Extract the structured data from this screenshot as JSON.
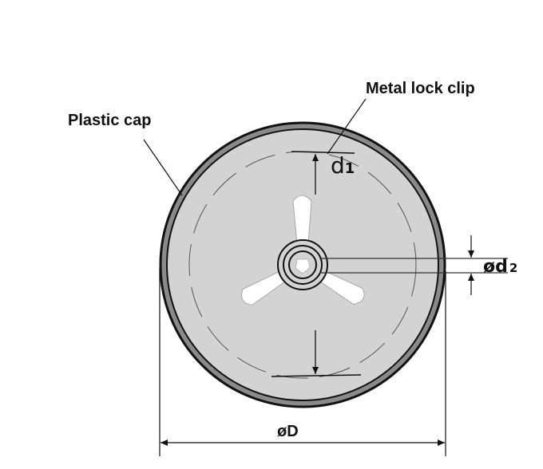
{
  "labels": {
    "plastic_cap": "Plastic cap",
    "metal_lock_clip": "Metal lock clip",
    "d1": "d",
    "d1_sub": "1",
    "d2": "ød",
    "d2_sub": "2",
    "D": "øD"
  },
  "colors": {
    "cap_fill": "#d3d3d3",
    "rim": "#8a8a8a",
    "line": "#111111"
  }
}
